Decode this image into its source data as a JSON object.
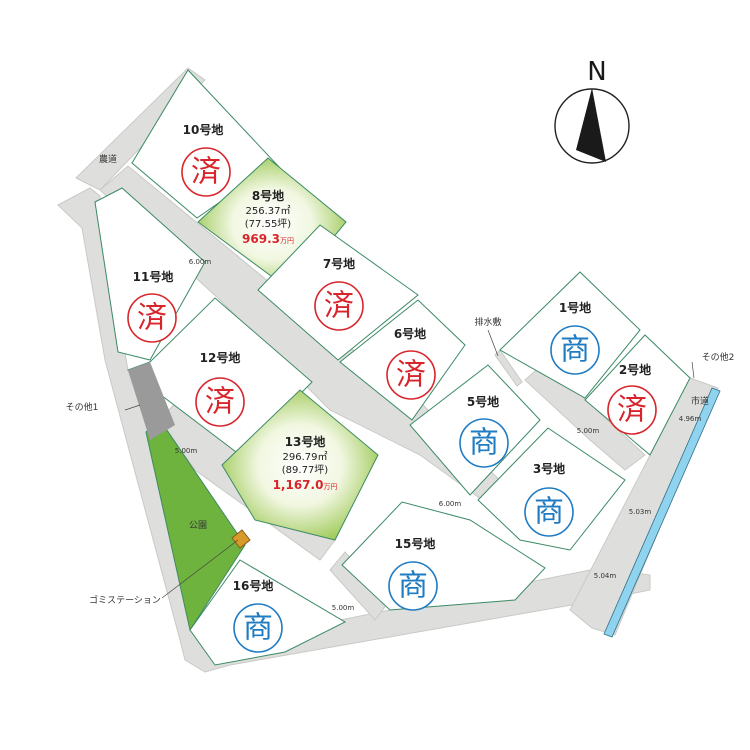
{
  "compass": {
    "north": "N"
  },
  "lots": [
    {
      "id": "lot-1",
      "label": "1号地",
      "status_mark": "商",
      "status": "commercial"
    },
    {
      "id": "lot-2",
      "label": "2号地",
      "status_mark": "済",
      "status": "sold"
    },
    {
      "id": "lot-3",
      "label": "3号地",
      "status_mark": "商",
      "status": "commercial"
    },
    {
      "id": "lot-5",
      "label": "5号地",
      "status_mark": "商",
      "status": "commercial"
    },
    {
      "id": "lot-6",
      "label": "6号地",
      "status_mark": "済",
      "status": "sold"
    },
    {
      "id": "lot-7",
      "label": "7号地",
      "status_mark": "済",
      "status": "sold"
    },
    {
      "id": "lot-8",
      "label": "8号地",
      "status": "available",
      "area_m2": "256.37㎡",
      "area_tsubo": "(77.55坪)",
      "price": "969.3",
      "price_unit": "万円"
    },
    {
      "id": "lot-10",
      "label": "10号地",
      "status_mark": "済",
      "status": "sold"
    },
    {
      "id": "lot-11",
      "label": "11号地",
      "status_mark": "済",
      "status": "sold"
    },
    {
      "id": "lot-12",
      "label": "12号地",
      "status_mark": "済",
      "status": "sold"
    },
    {
      "id": "lot-13",
      "label": "13号地",
      "status": "available",
      "area_m2": "296.79㎡",
      "area_tsubo": "(89.77坪)",
      "price": "1,167.0",
      "price_unit": "万円"
    },
    {
      "id": "lot-15",
      "label": "15号地",
      "status_mark": "商",
      "status": "commercial"
    },
    {
      "id": "lot-16",
      "label": "16号地",
      "status_mark": "商",
      "status": "commercial"
    }
  ],
  "roads": [
    {
      "label": "6.00m"
    },
    {
      "label": "5.00m"
    },
    {
      "label": "6.00m"
    },
    {
      "label": "5.00m"
    },
    {
      "label": "5.00m"
    },
    {
      "label": "4.96m"
    },
    {
      "label": "5.03m"
    },
    {
      "label": "5.04m"
    }
  ],
  "labels": {
    "farm_road": "農道",
    "drainage": "排水敷",
    "other1": "その他1",
    "other2": "その他2",
    "city_road": "市道",
    "park": "公園",
    "garbage_station": "ゴミステーション"
  },
  "colors": {
    "available_lot": "#8cbf3a",
    "sold": "#d8252c",
    "commercial": "#1f7bc2",
    "park": "#6fb33f",
    "lot_border": "#3b8a64"
  }
}
